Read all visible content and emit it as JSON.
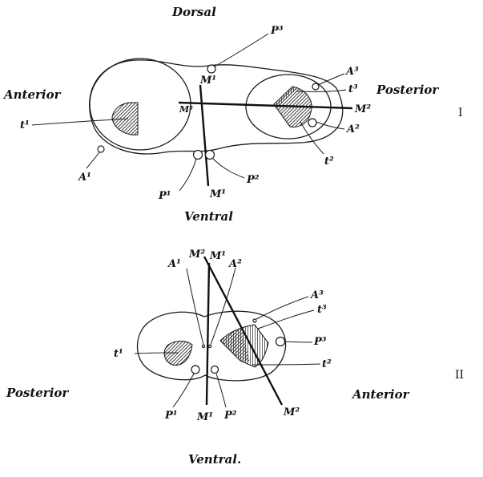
{
  "figure_I": {
    "dorsal": "Dorsal",
    "ventral": "Ventral",
    "anterior": "Anterior",
    "posterior": "Posterior",
    "numeral": "I",
    "labels": {
      "P3": "P³",
      "A3": "A³",
      "t3": "t³",
      "M1_top": "M¹",
      "M2_left": "M²",
      "M2_right": "M²",
      "t1": "t¹",
      "A1": "A¹",
      "A2": "A²",
      "t2": "t²",
      "P1": "P¹",
      "P2": "P²",
      "M1_bottom": "M¹"
    }
  },
  "figure_II": {
    "ventral": "Ventral.",
    "anterior": "Anterior",
    "posterior": "Posterior",
    "numeral": "II",
    "labels": {
      "M2_top": "M²",
      "M1_top": "M¹",
      "A1": "A¹",
      "A2": "A²",
      "A3": "A³",
      "t3": "t³",
      "P3": "P³",
      "t1": "t¹",
      "t2": "t²",
      "P1": "P¹",
      "M1_bottom": "M¹",
      "P2": "P²",
      "M2_bottom": "M²"
    }
  }
}
